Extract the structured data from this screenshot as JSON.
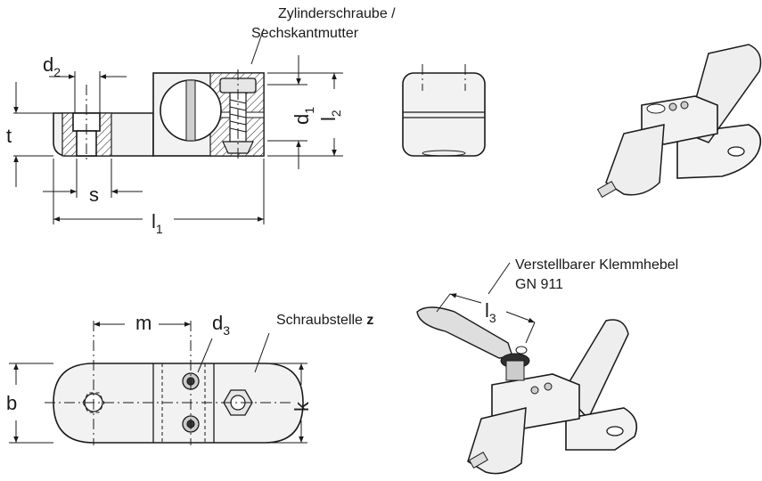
{
  "labels": {
    "d2": "d",
    "d2_sub": "2",
    "t": "t",
    "s": "s",
    "l1": "l",
    "l1_sub": "1",
    "d1": "d",
    "d1_sub": "1",
    "l2": "l",
    "l2_sub": "2",
    "b": "b",
    "m": "m",
    "d3": "d",
    "d3_sub": "3",
    "k": "k",
    "l3": "l",
    "l3_sub": "3"
  },
  "notes": {
    "screw_line1": "Zylinderschraube /",
    "screw_line2": "Sechskantmutter",
    "schraubstelle": "Schraubstelle",
    "schraubstelle_bold": "z",
    "lever_line1": "Verstellbarer Klemmhebel",
    "lever_line2": "GN 911"
  }
}
